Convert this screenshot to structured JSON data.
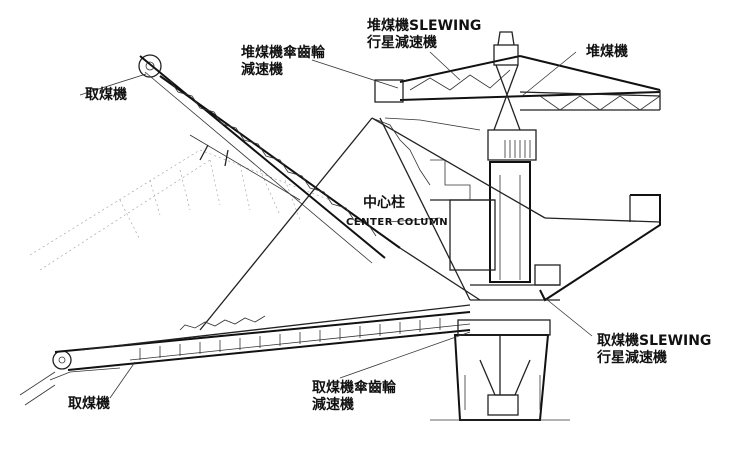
{
  "labels": {
    "reclaimer_upper": "取煤機",
    "reclaimer_lower": "取煤機",
    "stacker_bevel_gear_reducer": [
      "堆煤機傘齒輪",
      "減速機"
    ],
    "stacker_slewing_reducer": [
      "堆煤機SLEWING",
      "行星減速機"
    ],
    "stacker": "堆煤機",
    "center_column_cn": "中心柱",
    "center_column_en": "CENTER COLUMN",
    "reclaimer_slewing_reducer": [
      "取煤機SLEWING",
      "行星減速機"
    ],
    "reclaimer_bevel_gear_reducer": [
      "取煤機傘齒輪",
      "減速機"
    ]
  }
}
